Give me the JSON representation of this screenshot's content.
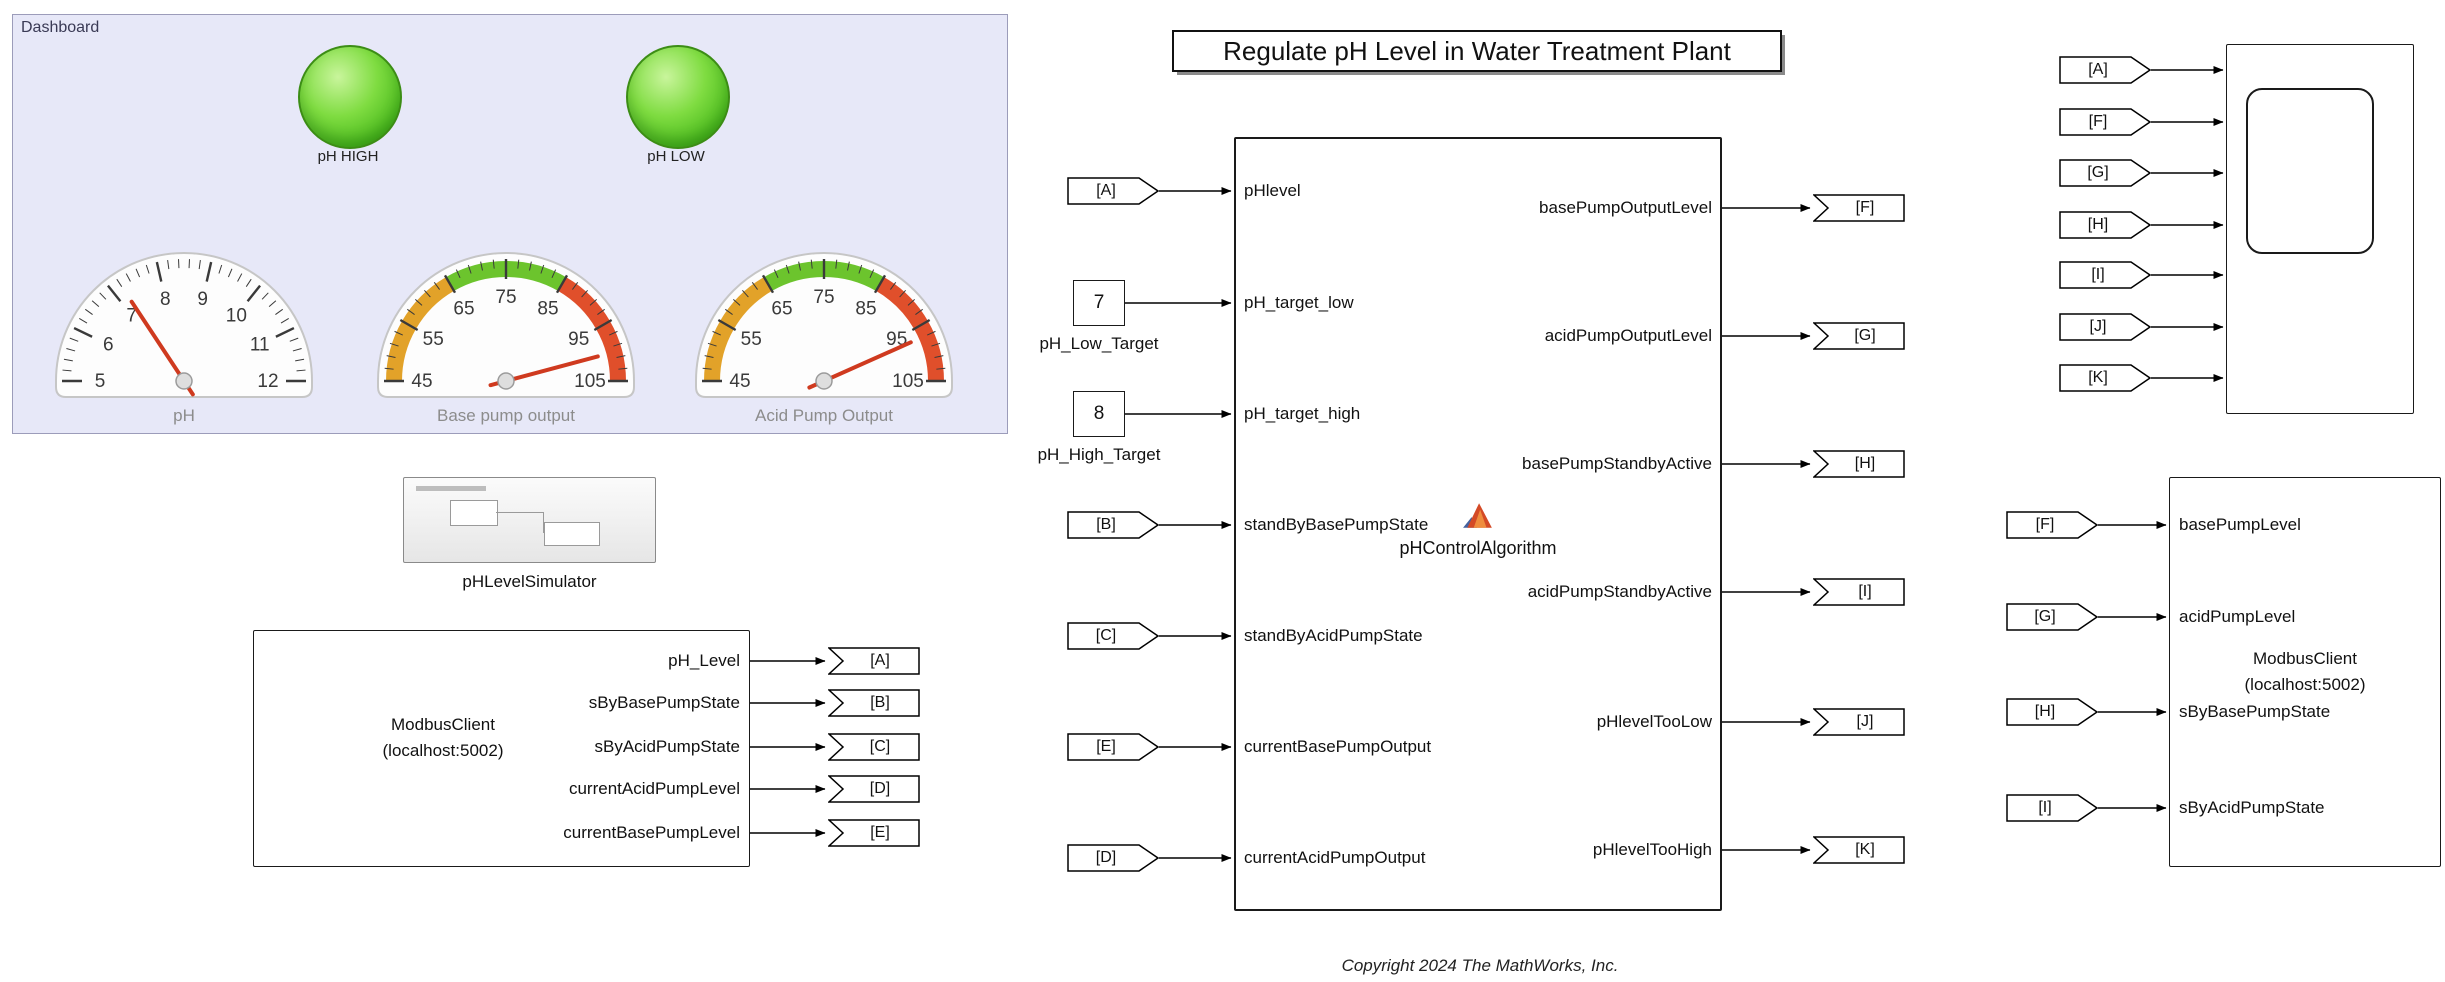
{
  "title_annotation": "Regulate pH Level in Water Treatment Plant",
  "copyright": "Copyright 2024 The MathWorks, Inc.",
  "colors": {
    "dashboard_bg": "#e7e8f8",
    "lamp_green": "#58c927",
    "zone_orange": "#e2a229",
    "zone_green": "#6cc42d",
    "zone_red": "#e04f2b",
    "needle_red": "#cf3a1f"
  },
  "dashboard": {
    "label": "Dashboard",
    "lamps": [
      {
        "label": "pH HIGH"
      },
      {
        "label": "pH LOW"
      }
    ],
    "gauges": [
      {
        "label": "pH",
        "min": 5,
        "max": 12,
        "major_step": 1,
        "minor_per_major": 5,
        "value": 7.2,
        "tick_labels": [
          "5",
          "6",
          "7",
          "8",
          "9",
          "10",
          "11",
          "12"
        ],
        "zones": []
      },
      {
        "label": "Base pump output",
        "min": 45,
        "max": 105,
        "major_step": 10,
        "minor_per_major": 5,
        "value": 100,
        "tick_labels": [
          "45",
          "55",
          "65",
          "75",
          "85",
          "95",
          "105"
        ],
        "zones": [
          {
            "from": 45,
            "to": 65,
            "color": "#e2a229"
          },
          {
            "from": 65,
            "to": 85,
            "color": "#6cc42d"
          },
          {
            "from": 85,
            "to": 105,
            "color": "#e04f2b"
          }
        ]
      },
      {
        "label": "Acid Pump Output",
        "min": 45,
        "max": 105,
        "major_step": 10,
        "minor_per_major": 5,
        "value": 97,
        "tick_labels": [
          "45",
          "55",
          "65",
          "75",
          "85",
          "95",
          "105"
        ],
        "zones": [
          {
            "from": 45,
            "to": 65,
            "color": "#e2a229"
          },
          {
            "from": 65,
            "to": 85,
            "color": "#6cc42d"
          },
          {
            "from": 85,
            "to": 105,
            "color": "#e04f2b"
          }
        ]
      }
    ]
  },
  "simulator": {
    "label": "pHLevelSimulator"
  },
  "modbus_source": {
    "name_line1": "ModbusClient",
    "name_line2": "(localhost:5002)",
    "outputs": [
      "pH_Level",
      "sByBasePumpState",
      "sByAcidPumpState",
      "currentAcidPumpLevel",
      "currentBasePumpLevel"
    ],
    "goto_tags": [
      "[A]",
      "[B]",
      "[C]",
      "[D]",
      "[E]"
    ]
  },
  "constants": [
    {
      "value": "7",
      "label": "pH_Low_Target"
    },
    {
      "value": "8",
      "label": "pH_High_Target"
    }
  ],
  "algorithm": {
    "name": "pHControlAlgorithm",
    "inputs": [
      "pHlevel",
      "pH_target_low",
      "pH_target_high",
      "standByBasePumpState",
      "standByAcidPumpState",
      "currentBasePumpOutput",
      "currentAcidPumpOutput"
    ],
    "outputs": [
      "basePumpOutputLevel",
      "acidPumpOutputLevel",
      "basePumpStandbyActive",
      "acidPumpStandbyActive",
      "pHlevelTooLow",
      "pHlevelTooHigh"
    ],
    "from_tags": [
      "[A]",
      "[B]",
      "[C]",
      "[E]",
      "[D]"
    ],
    "goto_tags": [
      "[F]",
      "[G]",
      "[H]",
      "[I]",
      "[J]",
      "[K]"
    ]
  },
  "scope": {
    "from_tags": [
      "[A]",
      "[F]",
      "[G]",
      "[H]",
      "[I]",
      "[J]",
      "[K]"
    ]
  },
  "modbus_sink": {
    "name_line1": "ModbusClient",
    "name_line2": "(localhost:5002)",
    "inputs": [
      "basePumpLevel",
      "acidPumpLevel",
      "sByBasePumpState",
      "sByAcidPumpState"
    ],
    "from_tags": [
      "[F]",
      "[G]",
      "[H]",
      "[I]"
    ]
  }
}
